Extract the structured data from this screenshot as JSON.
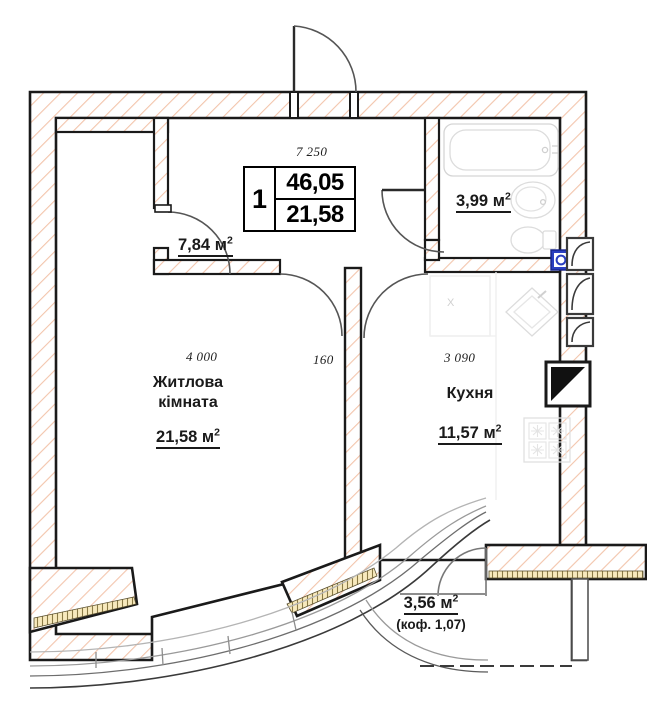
{
  "plan": {
    "title_box": {
      "rooms_count": "1",
      "total_area": "46,05",
      "living_area": "21,58"
    },
    "rooms": [
      {
        "key": "hallway",
        "name": "",
        "area": "7,84",
        "unit": "м",
        "unit_sup": "2"
      },
      {
        "key": "bathroom",
        "name": "",
        "area": "3,99",
        "unit": "м",
        "unit_sup": "2"
      },
      {
        "key": "living_room",
        "name_line1": "Житлова",
        "name_line2": "кімната",
        "area": "21,58",
        "unit": "м",
        "unit_sup": "2",
        "dimension": "4 000"
      },
      {
        "key": "kitchen",
        "name": "Кухня",
        "area": "11,57",
        "unit": "м",
        "unit_sup": "2",
        "dimension": "3 090"
      },
      {
        "key": "balcony",
        "name": "",
        "area": "3,56",
        "unit": "м",
        "unit_sup": "2",
        "coefficient": "(коф. 1,07)"
      }
    ],
    "dimensions": {
      "top_width": "7 250",
      "corridor_width": "160",
      "living_width": "4 000",
      "kitchen_width": "3 090"
    },
    "colors": {
      "wall_hatch": "#f0c0a8",
      "wall_outline": "#1a1a1a",
      "fixture_line": "#d8d8d8",
      "meter_marker": "#2a3fc0",
      "sill_fill": "#f5e3b0",
      "background": "#ffffff"
    },
    "fixtures": {
      "bathtub": "bathtub-fixture",
      "sink": "sink-fixture",
      "toilet": "toilet-fixture",
      "kitchen_sink": "kitchen-sink-fixture",
      "stove": "stove-fixture",
      "water_meter": "water-meter-marker",
      "riser": "ventilation-riser"
    }
  }
}
